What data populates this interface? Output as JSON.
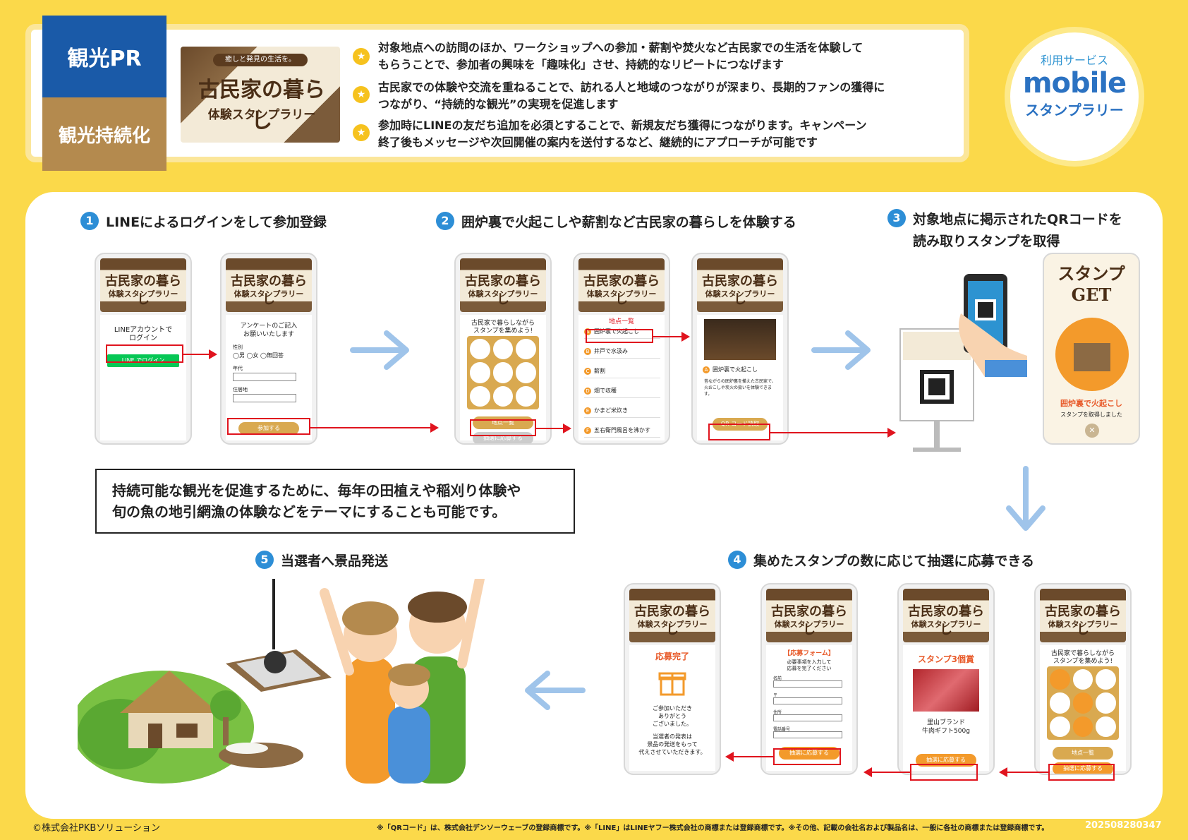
{
  "header": {
    "tag_pr": "観光PR",
    "tag_sustain": "観光持続化",
    "hero_ribbon": "癒しと発見の生活を。",
    "hero_title": "古民家の暮らし",
    "hero_subtitle": "体験スタンプラリー",
    "bullets": [
      [
        "対象地点への訪問のほか、ワークショップへの参加・薪割や焚火など古民家での生活を体験して",
        "もらうことで、参加者の興味を「趣味化」させ、持続的なリピートにつなげます"
      ],
      [
        "古民家での体験や交流を重ねることで、訪れる人と地域のつながりが深まり、長期的ファンの獲得に",
        "つながり、“持続的な観光”の実現を促進します"
      ],
      [
        "参加時にLINEの友だち追加を必須とすることで、新規友だち獲得につながります。キャンペーン",
        "終了後もメッセージや次回開催の案内を送付するなど、継続的にアプローチが可能です"
      ]
    ],
    "service_label": "利用サービス",
    "service_brand": "mobile",
    "service_brand2": "スタンプラリー",
    "star_icon": "★"
  },
  "steps": {
    "s1": {
      "num": "1",
      "title": "LINEによるログインをして参加登録"
    },
    "s2": {
      "num": "2",
      "title": "囲炉裏で火起こしや薪割など古民家の暮らしを体験する"
    },
    "s3": {
      "num": "3",
      "title1": "対象地点に掲示されたQRコードを",
      "title2": "読み取りスタンプを取得"
    },
    "s4": {
      "num": "4",
      "title": "集めたスタンプの数に応じて抽選に応募できる"
    },
    "s5": {
      "num": "5",
      "title": "当選者へ景品発送"
    }
  },
  "phones": {
    "header_a": "古民家の暮らし",
    "header_b": "体験スタンプラリー",
    "p1": {
      "text1": "LINEアカウントで",
      "text2": "ログイン",
      "button": "LINE でログイン"
    },
    "p2": {
      "text1": "アンケートのご記入",
      "text2": "お願いいたします",
      "f1": "性別",
      "f1opts": "◯男 ◯女 ◯無回答",
      "f2": "年代",
      "f3": "住居地",
      "button": "参加する"
    },
    "p3": {
      "text1": "古民家で暮らしながら",
      "text2": "スタンプを集めよう!",
      "button1": "地点一覧",
      "button2": "抽選に応募する"
    },
    "p4": {
      "heading": "地点一覧",
      "items": [
        {
          "k": "A",
          "label": "囲炉裏で火起こし"
        },
        {
          "k": "B",
          "label": "井戸で水汲み"
        },
        {
          "k": "C",
          "label": "薪割"
        },
        {
          "k": "D",
          "label": "畑で収穫"
        },
        {
          "k": "E",
          "label": "かまど米炊き"
        },
        {
          "k": "F",
          "label": "五右衛門風呂を沸かす"
        }
      ]
    },
    "p5": {
      "k": "A",
      "label": "囲炉裏で火起こし",
      "desc": "昔ながらの囲炉裏を備えた古民家で、火おこしや炭火の扱いを体験できます。",
      "button": "QR コード読取"
    },
    "p6": {
      "get1": "スタンプ",
      "get2": "GET",
      "label": "囲炉裏で火起こし",
      "sub": "スタンプを取得しました",
      "close": "✕"
    },
    "p7": {
      "title": "応募完了",
      "t1": "ご参加いただき",
      "t2": "ありがとう",
      "t3": "ございました。",
      "t4": "当選者の発表は",
      "t5": "景品の発送をもって",
      "t6": "代えさせていただきます。"
    },
    "p8": {
      "title": "【応募フォーム】",
      "t1": "必要事項を入力して",
      "t2": "応募を完了ください",
      "f1": "名前",
      "f2": "〒",
      "f3": "住所",
      "f4": "電話番号",
      "button": "抽選に応募する"
    },
    "p9": {
      "title": "スタンプ3個賞",
      "t1": "里山ブランド",
      "t2": "牛肉ギフト500g",
      "button": "抽選に応募する"
    },
    "p10": {
      "text1": "古民家で暮らしながら",
      "text2": "スタンプを集めよう!",
      "button1": "地点一覧",
      "button2": "抽選に応募する"
    }
  },
  "note": {
    "line1": "持続可能な観光を促進するために、毎年の田植えや稲刈り体験や",
    "line2": "旬の魚の地引網漁の体験などをテーマにすることも可能です。"
  },
  "footer": {
    "copyright": "©株式会社PKBソリューション",
    "trademark": "※「QRコード」は、株式会社デンソーウェーブの登録商標です。※「LINE」はLINEヤフー株式会社の商標または登録商標です。※その他、記載の会社名および製品名は、一般に各社の商標または登録商標です。",
    "code": "202508280347"
  },
  "colors": {
    "yellow": "#fbd94a",
    "blue": "#1a5aa8",
    "brown": "#b48a4e",
    "red": "#e0141e",
    "arrow_blue": "#9fc4ea"
  }
}
